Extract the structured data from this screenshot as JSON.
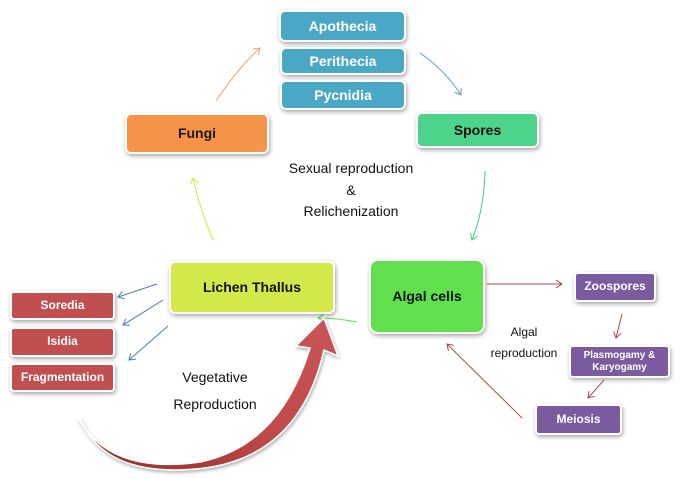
{
  "diagram": {
    "title_center": {
      "line1": "Sexual reproduction",
      "line2": "&",
      "line3": "Relichenization"
    },
    "nodes": {
      "apothecia": "Apothecia",
      "perithecia": "Perithecia",
      "pycnidia": "Pycnidia",
      "fungi": "Fungi",
      "spores": "Spores",
      "lichen_thallus": "Lichen Thallus",
      "algal_cells": "Algal cells",
      "soredia": "Soredia",
      "isidia": "Isidia",
      "fragmentation": "Fragmentation",
      "zoospores": "Zoospores",
      "plasmogamy_line1": "Plasmogamy &",
      "plasmogamy_line2": "Karyogamy",
      "meiosis": "Meiosis"
    },
    "labels": {
      "vegetative_line1": "Vegetative",
      "vegetative_line2": "Reproduction",
      "algal_repro_line1": "Algal",
      "algal_repro_line2": "reproduction"
    },
    "colors": {
      "fruiting_bodies": "#4aa8c6",
      "fungi": "#f59448",
      "spores": "#4dd48a",
      "lichen_thallus": "#d4e84a",
      "algal_cells": "#5fe04c",
      "vegetative_structures": "#c24f4f",
      "algal_cycle": "#7a5ba0"
    }
  }
}
